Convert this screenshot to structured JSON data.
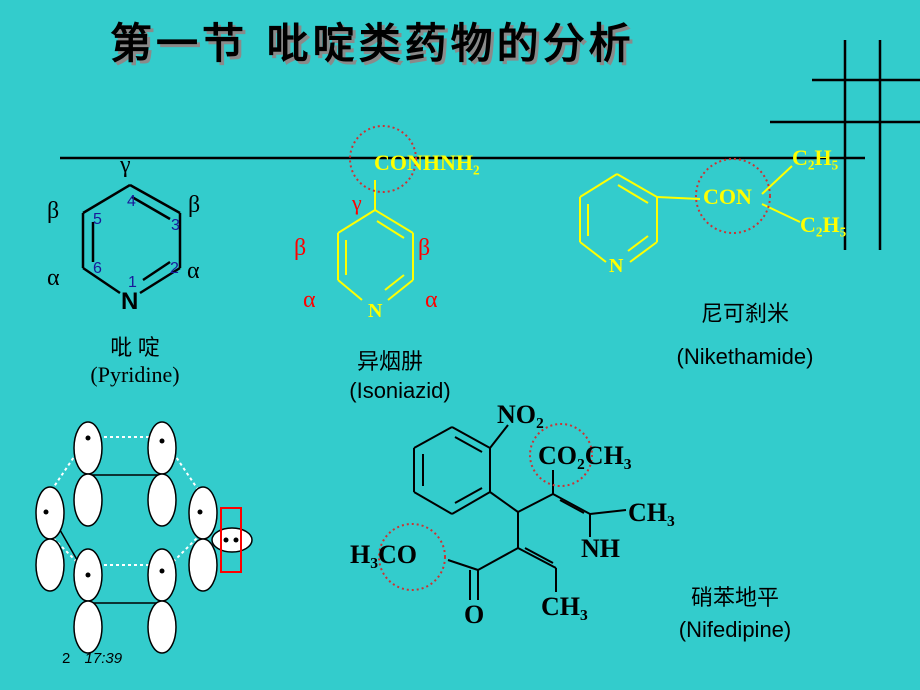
{
  "title": "第一节 吡啶类药物的分析",
  "pyridine": {
    "name_cn": "吡 啶",
    "name_en": "(Pyridine)",
    "gamma": "γ",
    "beta": "β",
    "alpha": "α",
    "numbers": [
      "1",
      "2",
      "3",
      "4",
      "5",
      "6"
    ],
    "n_atom": "N"
  },
  "isoniazid": {
    "substituent": "CONHNH₂",
    "name_cn": "异烟肼",
    "name_en": "(Isoniazid)",
    "gamma": "γ",
    "beta": "β",
    "alpha": "α",
    "n_atom": "N"
  },
  "nikethamide": {
    "group_con": "CON",
    "group_c2h5": "C₂H₅",
    "name_cn": "尼可刹米",
    "name_en": "(Nikethamide)",
    "n_atom": "N"
  },
  "nifedipine": {
    "no2": "NO₂",
    "ester_right": "CO₂CH₃",
    "methyl": "CH₃",
    "nh": "NH",
    "ester_left": "H₃CO",
    "oxygen": "O",
    "name_cn": "硝苯地平",
    "name_en": "(Nifedipine)"
  },
  "footer": {
    "page": "2",
    "time": "17:39"
  },
  "colors": {
    "background": "#33cccc",
    "structure_yellow": "#ffff00",
    "greek_red": "#ff0000",
    "circle_red": "#cc3333",
    "number_blue": "#1a1a9a"
  }
}
